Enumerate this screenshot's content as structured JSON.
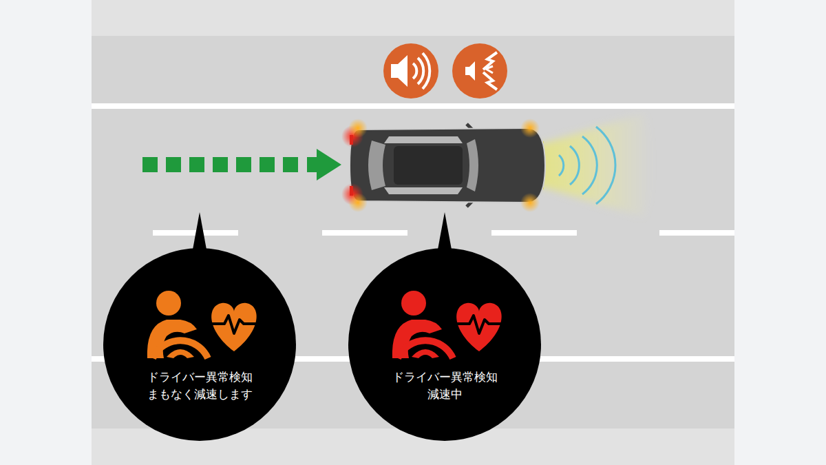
{
  "diagram": {
    "nodes": [
      {
        "text": [
          "ドライバー異常検知",
          "まもなく減速します"
        ]
      },
      {
        "text": [
          "ドライバー異常検知",
          "減速中"
        ]
      }
    ]
  }
}
